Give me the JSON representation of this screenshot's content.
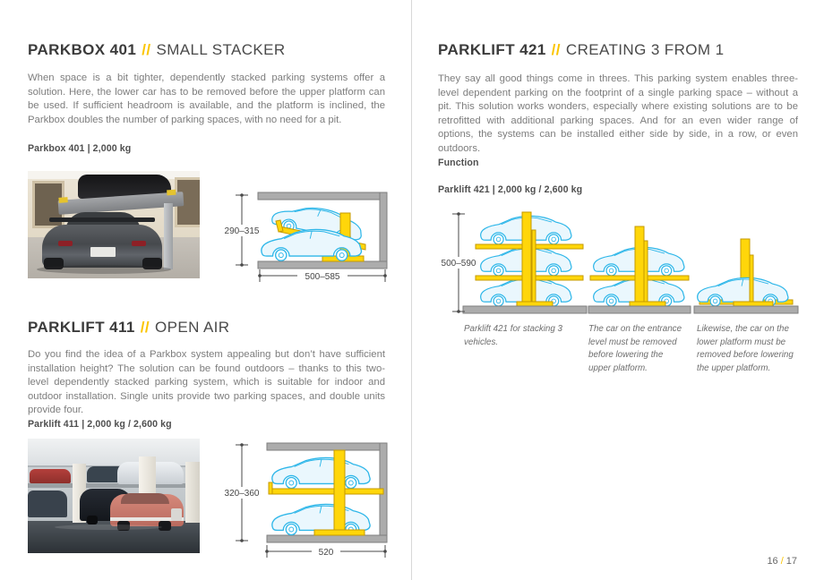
{
  "meta": {
    "accent_color": "#FBC500",
    "divider_color": "#D8D8D8",
    "diagram_car_color": "#2FB7E9",
    "diagram_steel_color": "#FFD60A"
  },
  "left_page": {
    "parkbox": {
      "title": "PARKBOX 401",
      "slashes": "//",
      "subtitle": "SMALL STACKER",
      "body": "When space is a bit tighter, dependently stacked parking systems offer a solution. Here, the lower car has to be removed before the upper platform can be used. If sufficient headroom is available, and the platform is inclined, the Parkbox doubles the number of parking spaces, with no need for a pit.",
      "spec": "Parkbox 401 | 2,000 kg",
      "diagram": {
        "height_range": "290–315",
        "width_range": "500–585"
      }
    },
    "parklift411": {
      "title": "PARKLIFT 411",
      "slashes": "//",
      "subtitle": "OPEN AIR",
      "body": "Do you find the idea of a Parkbox system appealing but don’t have sufficient installation height? The solution can be found outdoors – thanks to this two-level dependently stacked parking system, which is suitable for indoor and outdoor installation. Single units provide two parking spaces, and double units provide four.",
      "spec": "Parklift 411 | 2,000 kg / 2,600 kg",
      "diagram": {
        "height_range": "320–360",
        "width_range": "520"
      }
    }
  },
  "right_page": {
    "parklift421": {
      "title": "PARKLIFT 421",
      "slashes": "//",
      "subtitle": "CREATING 3 FROM 1",
      "body": "They say all good things come in threes. This parking system enables three-level dependent parking on the footprint of a single parking space – without a pit. This solution works wonders, especially where existing solutions are to be retrofitted with additional parking spaces. And for an even wider range of options, the systems can be installed either side by side, in a row, or even outdoors.",
      "function_label": "Function",
      "spec": "Parklift 421 | 2,000 kg / 2,600 kg",
      "diagram": {
        "height_range": "500–590"
      },
      "captions": [
        "Parklift 421 for stacking 3 vehicles.",
        "The car on the entrance level must be removed before lowering the upper platform.",
        "Likewise, the car on the lower platform must be removed before lowering the upper platform."
      ]
    }
  },
  "footer": {
    "page_left": "16",
    "page_sep": "/",
    "page_right": "17"
  }
}
